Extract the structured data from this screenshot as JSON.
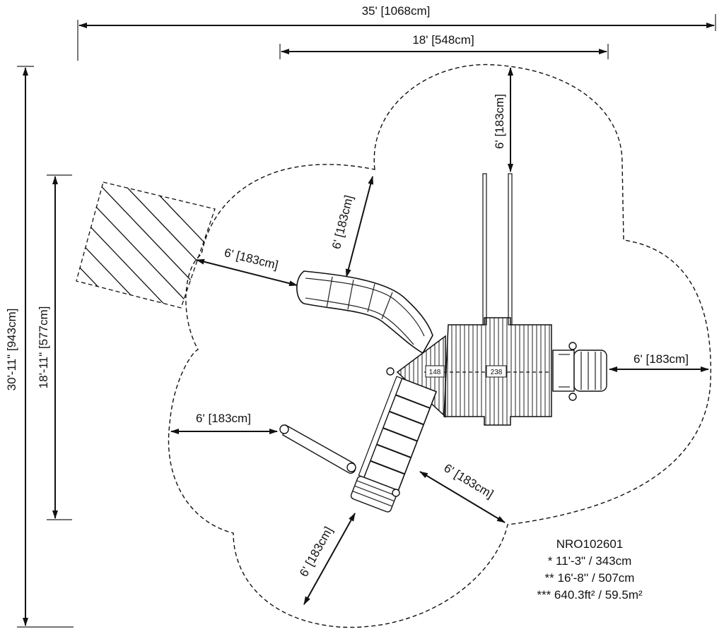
{
  "dimensions": {
    "overall_width": "35' [1068cm]",
    "structure_width": "18' [548cm]",
    "overall_depth": "30'-11\" [943cm]",
    "structure_depth": "18'-11\" [577cm]",
    "clearance_top": "6' [183cm]",
    "clearance_slide_side": "6' [183cm]",
    "clearance_slide_end": "6' [183cm]",
    "clearance_right": "6' [183cm]",
    "clearance_left": "6' [183cm]",
    "clearance_lower_right": "6' [183cm]",
    "clearance_bottom": "6' [183cm]"
  },
  "deck_labels": {
    "deck_a": "148",
    "deck_b": "238"
  },
  "info": {
    "model": "NRO102601",
    "line1": "* 11'-3\" / 343cm",
    "line2": "** 16'-8'' / 507cm",
    "line3": "*** 640.3ft² / 59.5m²"
  }
}
